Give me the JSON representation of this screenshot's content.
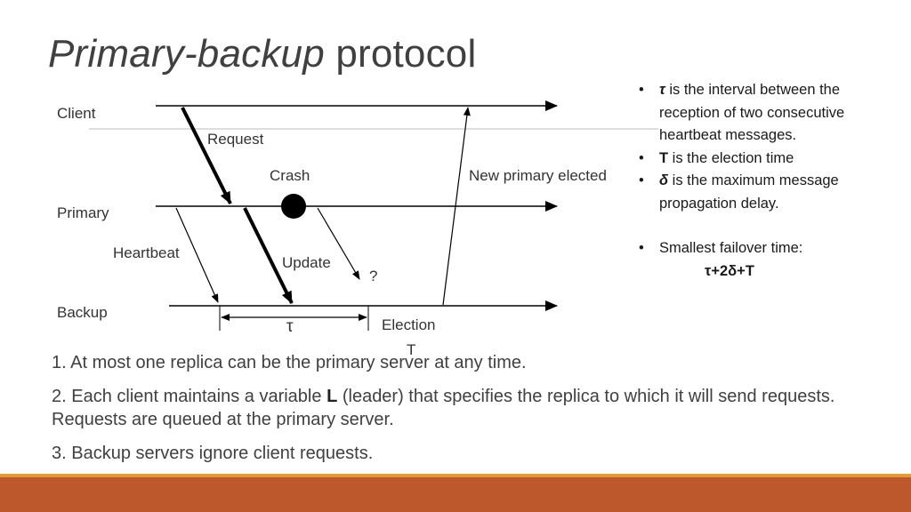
{
  "slide": {
    "title_italic": "Primary-backup",
    "title_rest": " protocol"
  },
  "diagram": {
    "labels": {
      "client": "Client",
      "primary": "Primary",
      "backup": "Backup",
      "request": "Request",
      "crash": "Crash",
      "heartbeat": "Heartbeat",
      "update": "Update",
      "question": "?",
      "new_primary": "New primary elected",
      "tau": "τ",
      "election": "Election",
      "election_t": "T"
    }
  },
  "bullets": {
    "b1_sym": "τ",
    "b1_text": " is the interval between the reception of two consecutive heartbeat messages.",
    "b2_sym": "T",
    "b2_text": " is the election time",
    "b3_sym": "δ",
    "b3_text": " is the maximum message propagation delay.",
    "b4_text": "Smallest failover time:",
    "formula": "τ+2δ+T"
  },
  "body": {
    "p1": "1. At most one replica can be the primary server at any time.",
    "p2_a": "2. Each client maintains a variable ",
    "p2_var": "L",
    "p2_b": " (leader) that specifies the replica to which it will send requests. Requests are queued at the primary server.",
    "p3": "3. Backup servers ignore client requests."
  },
  "colors": {
    "footer_bar": "#bd582c",
    "footer_line": "#e39a37"
  }
}
